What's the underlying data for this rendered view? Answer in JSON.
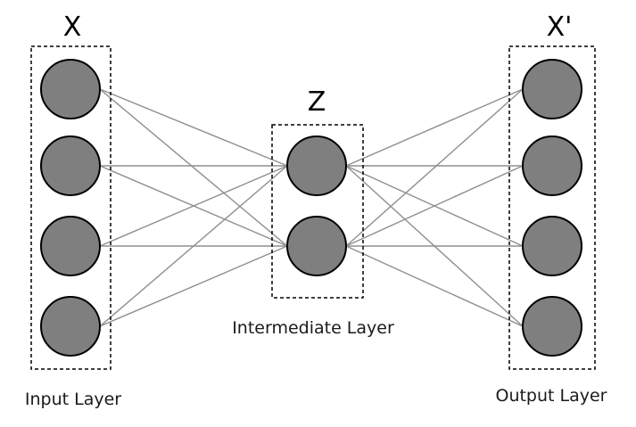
{
  "layers": [
    {
      "id": "input",
      "symbol": "X",
      "name": "Input Layer",
      "nodes": 4
    },
    {
      "id": "intermediate",
      "symbol": "Z",
      "name": "Intermediate Layer",
      "nodes": 2
    },
    {
      "id": "output",
      "symbol": "X'",
      "name": "Output Layer",
      "nodes": 4
    }
  ],
  "connections": "fully-connected",
  "colors": {
    "node_fill": "#7f7f7f",
    "node_stroke": "#000000",
    "edge": "#8f8f8f",
    "box": "#000000"
  }
}
